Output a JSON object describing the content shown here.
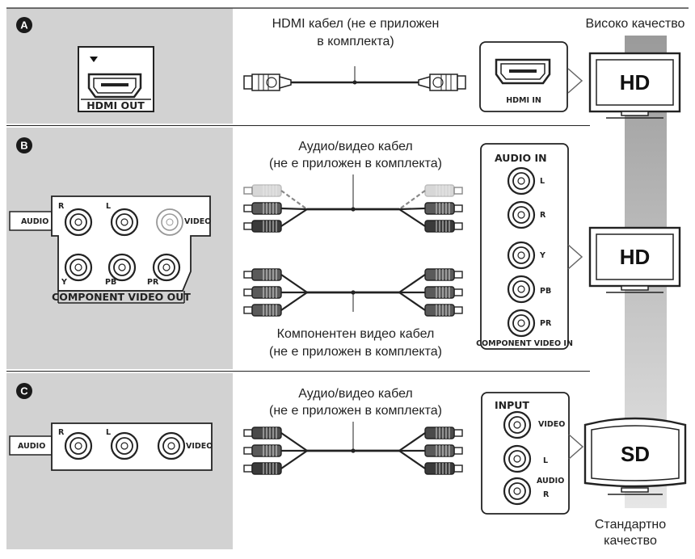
{
  "quality": {
    "high_label": "Високо качество",
    "standard_label_line1": "Стандартно",
    "standard_label_line2": "качество"
  },
  "sections": [
    {
      "badge": "A",
      "player_port_label": "HDMI OUT",
      "cable_label_line1": "HDMI кабел (не е приложен",
      "cable_label_line2": "в комплекта)",
      "tv_port_label": "HDMI IN",
      "tv_screen_label": "HD"
    },
    {
      "badge": "B",
      "player_labels": {
        "audio": "AUDIO",
        "r": "R",
        "l": "L",
        "video": "VIDEO",
        "y": "Y",
        "pb": "PB",
        "pr": "PR",
        "component_out": "COMPONENT VIDEO OUT"
      },
      "av_cable_label_line1": "Аудио/видео кабел",
      "av_cable_label_line2": "(не е приложен в комплекта)",
      "component_cable_label_line1": "Компонентен видео кабел",
      "component_cable_label_line2": "(не е приложен в комплекта)",
      "tv_labels": {
        "audio_in": "AUDIO IN",
        "l": "L",
        "r": "R",
        "y": "Y",
        "pb": "PB",
        "pr": "PR",
        "component_in": "COMPONENT VIDEO IN"
      },
      "tv_screen_label": "HD"
    },
    {
      "badge": "C",
      "player_labels": {
        "audio": "AUDIO",
        "r": "R",
        "l": "L",
        "video": "VIDEO"
      },
      "av_cable_label_line1": "Аудио/видео кабел",
      "av_cable_label_line2": "(не е приложен в комплекта)",
      "tv_labels": {
        "input": "INPUT",
        "video": "VIDEO",
        "l": "L",
        "audio": "AUDIO",
        "r": "R"
      },
      "tv_screen_label": "SD"
    }
  ],
  "colors": {
    "panel_gray": "#d2d2d2",
    "quality_bar": "#a0a0a0",
    "badge": "#1a1a1a"
  }
}
